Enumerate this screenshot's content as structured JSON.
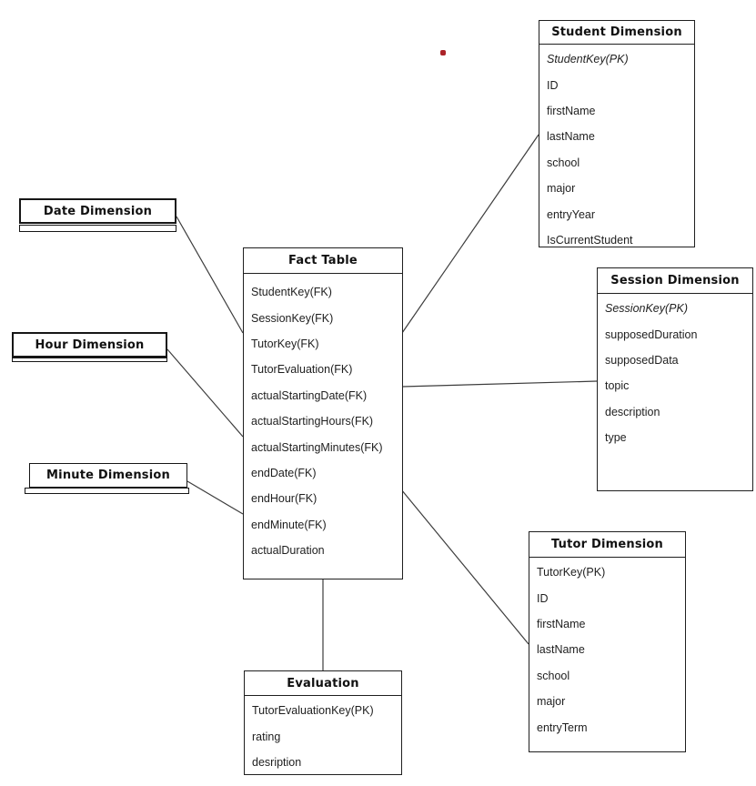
{
  "entities": {
    "fact": {
      "title": "Fact Table",
      "fields": [
        {
          "text": "StudentKey(FK)"
        },
        {
          "text": "SessionKey(FK)"
        },
        {
          "text": "TutorKey(FK)"
        },
        {
          "text": "TutorEvaluation(FK)"
        },
        {
          "text": "actualStartingDate(FK)"
        },
        {
          "text": "actualStartingHours(FK)"
        },
        {
          "text": "actualStartingMinutes(FK)"
        },
        {
          "text": "endDate(FK)"
        },
        {
          "text": "endHour(FK)"
        },
        {
          "text": "endMinute(FK)"
        },
        {
          "text": "actualDuration"
        }
      ]
    },
    "student": {
      "title": "Student Dimension",
      "fields": [
        {
          "text": "StudentKey(PK)",
          "italic": true
        },
        {
          "text": "ID"
        },
        {
          "text": "firstName"
        },
        {
          "text": "lastName"
        },
        {
          "text": "school"
        },
        {
          "text": "major"
        },
        {
          "text": "entryYear"
        },
        {
          "text": "IsCurrentStudent"
        }
      ]
    },
    "session": {
      "title": "Session Dimension",
      "fields": [
        {
          "text": "SessionKey(PK)",
          "italic": true
        },
        {
          "text": "supposedDuration"
        },
        {
          "text": "supposedData"
        },
        {
          "text": "topic"
        },
        {
          "text": "description"
        },
        {
          "text": "type"
        }
      ]
    },
    "tutor": {
      "title": "Tutor Dimension",
      "fields": [
        {
          "text": "TutorKey(PK)"
        },
        {
          "text": "ID"
        },
        {
          "text": "firstName"
        },
        {
          "text": "lastName"
        },
        {
          "text": "school"
        },
        {
          "text": "major"
        },
        {
          "text": "entryTerm"
        }
      ]
    },
    "evaluation": {
      "title": "Evaluation",
      "fields": [
        {
          "text": "TutorEvaluationKey(PK)"
        },
        {
          "text": "rating"
        },
        {
          "text": "desription"
        }
      ]
    }
  },
  "collapsed": {
    "date": {
      "title": "Date Dimension"
    },
    "hour": {
      "title": "Hour Dimension"
    },
    "minute": {
      "title": "Minute Dimension"
    }
  },
  "connections": [
    {
      "from": "Date Dimension",
      "to": "Fact Table"
    },
    {
      "from": "Hour Dimension",
      "to": "Fact Table"
    },
    {
      "from": "Minute Dimension",
      "to": "Fact Table"
    },
    {
      "from": "Fact Table",
      "to": "Student Dimension"
    },
    {
      "from": "Fact Table",
      "to": "Session Dimension"
    },
    {
      "from": "Fact Table",
      "to": "Tutor Dimension"
    },
    {
      "from": "Fact Table",
      "to": "Evaluation"
    }
  ],
  "marker": {
    "color": "#ab2328"
  },
  "colors": {
    "line": "#3c3c3c",
    "border": "#1f1f1f",
    "background": "#ffffff"
  }
}
